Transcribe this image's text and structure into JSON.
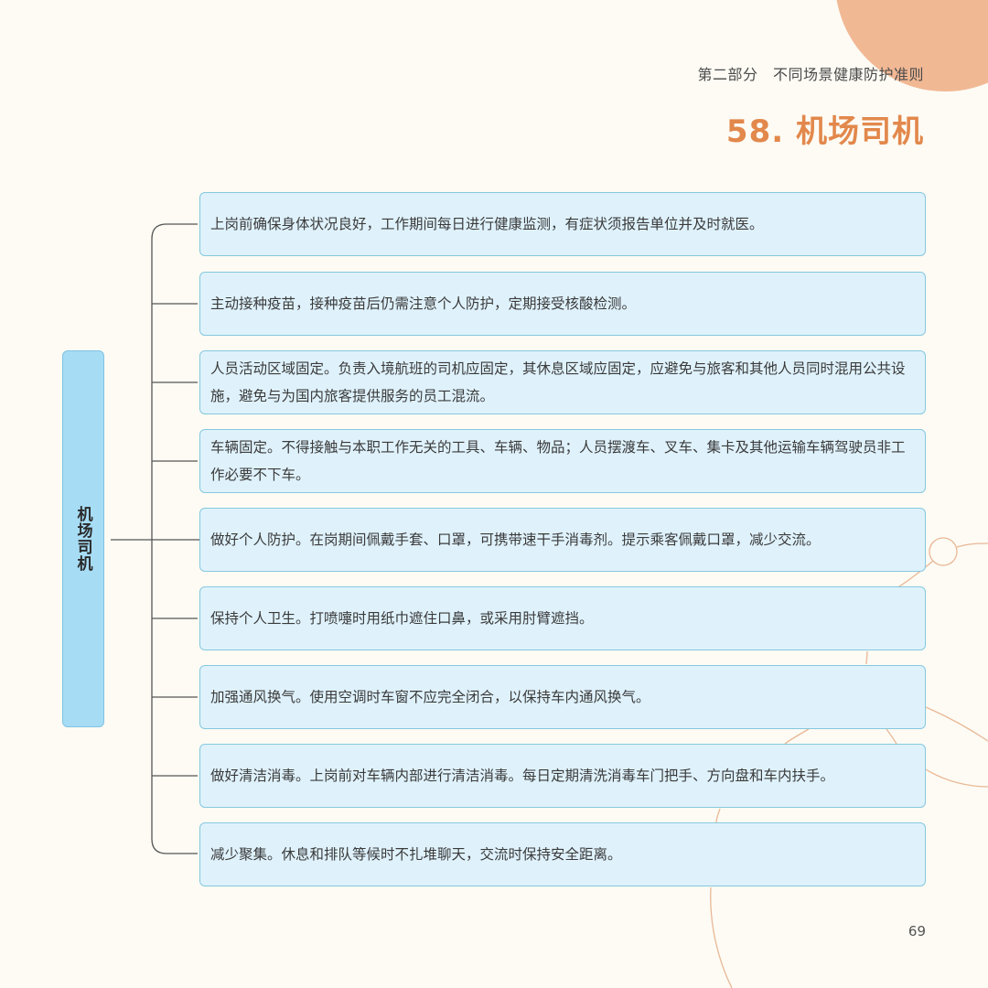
{
  "header": {
    "section_label": "第二部分　不同场景健康防护准则",
    "title": "58. 机场司机"
  },
  "mindmap": {
    "root": "机场司机",
    "items": [
      {
        "text": "上岗前确保身体状况良好，工作期间每日进行健康监测，有症状须报告单位并及时就医。"
      },
      {
        "text": "主动接种疫苗，接种疫苗后仍需注意个人防护，定期接受核酸检测。"
      },
      {
        "text": "人员活动区域固定。负责入境航班的司机应固定，其休息区域应固定，应避免与旅客和其他人员同时混用公共设施，避免与为国内旅客提供服务的员工混流。"
      },
      {
        "text": "车辆固定。不得接触与本职工作无关的工具、车辆、物品；人员摆渡车、叉车、集卡及其他运输车辆驾驶员非工作必要不下车。"
      },
      {
        "text": "做好个人防护。在岗期间佩戴手套、口罩，可携带速干手消毒剂。提示乘客佩戴口罩，减少交流。"
      },
      {
        "text": "保持个人卫生。打喷嚏时用纸巾遮住口鼻，或采用肘臂遮挡。"
      },
      {
        "text": "加强通风换气。使用空调时车窗不应完全闭合，以保持车内通风换气。"
      },
      {
        "text": "做好清洁消毒。上岗前对车辆内部进行清洁消毒。每日定期清洗消毒车门把手、方向盘和车内扶手。"
      },
      {
        "text": "减少聚集。休息和排队等候时不扎堆聊天，交流时保持安全距离。"
      }
    ]
  },
  "footer": {
    "page_number": "69"
  },
  "colors": {
    "background": "#fdfbf4",
    "accent_orange": "#e2884c",
    "deco_circle": "#f1b894",
    "node_fill": "#dff2fc",
    "node_border": "#86c8de",
    "root_fill": "#a7dcf5"
  }
}
